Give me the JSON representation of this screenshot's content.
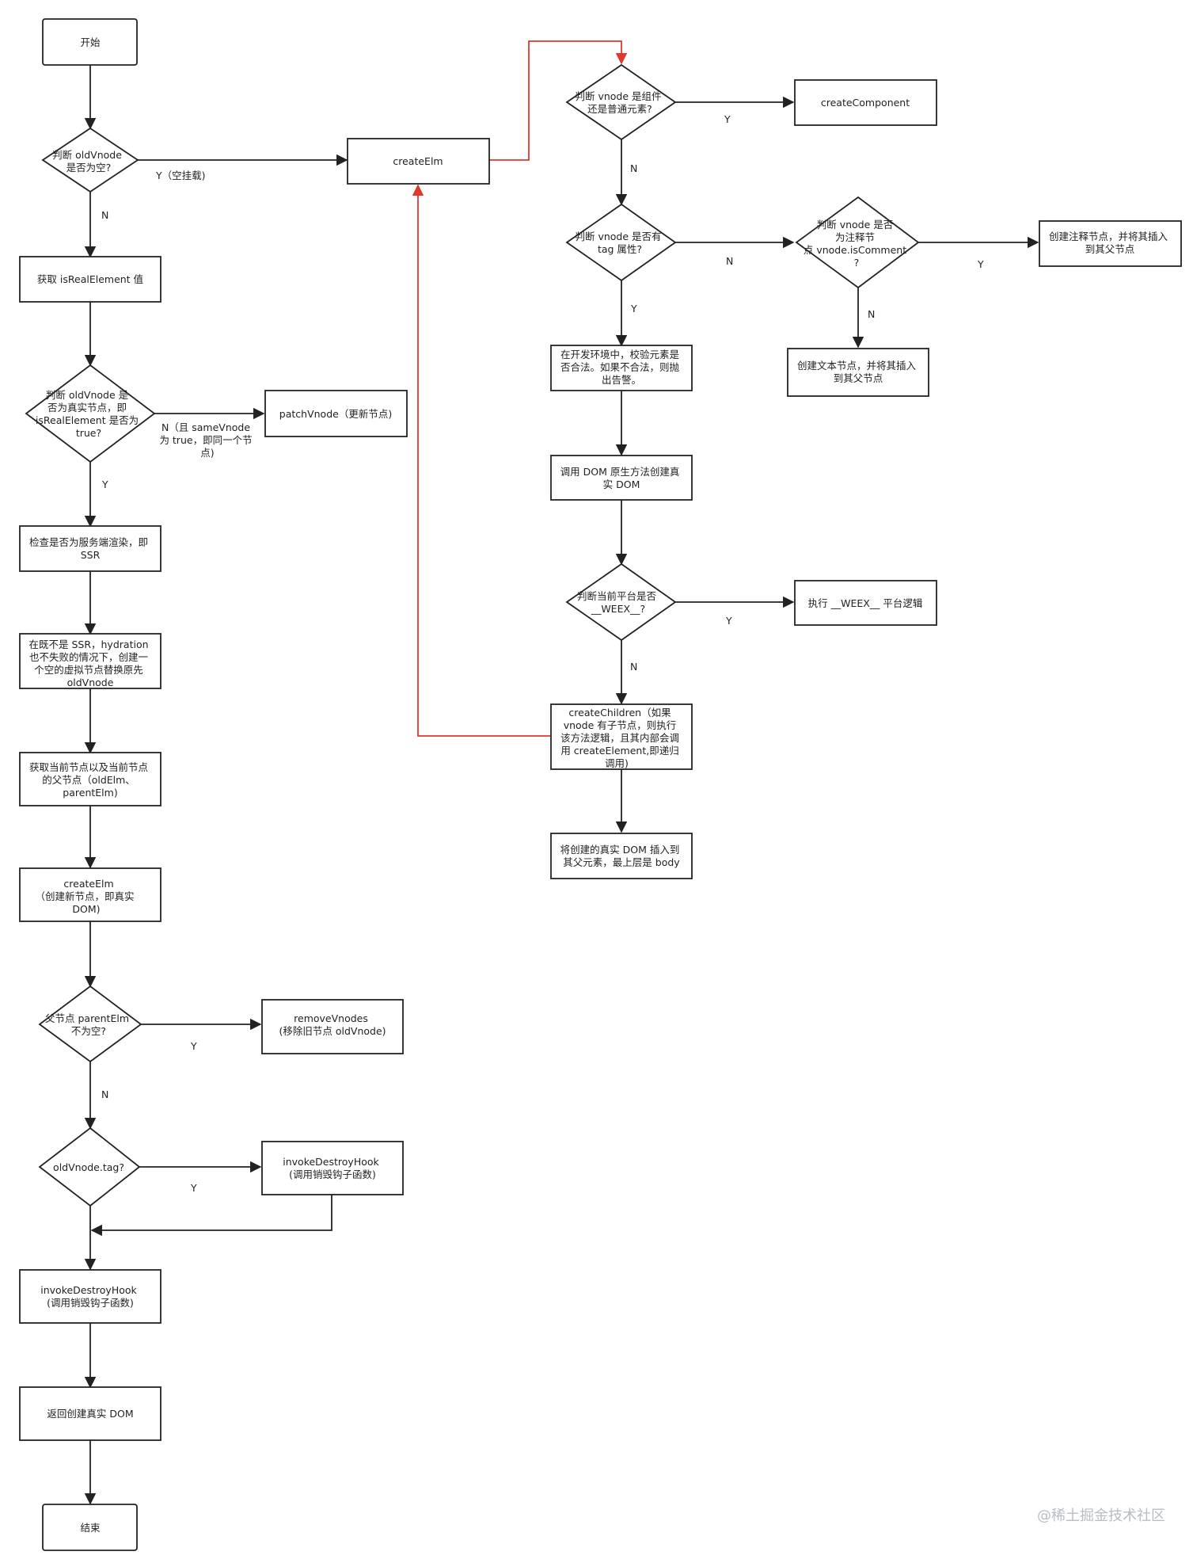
{
  "nodes": {
    "start": "开始",
    "d_old_empty": [
      "判断 oldVnode",
      "是否为空?"
    ],
    "get_is_real": "获取 isRealElement 值",
    "d_is_real": [
      "判断 oldVnode 是",
      "否为真实节点，即",
      "isRealElement 是否为",
      "true?"
    ],
    "patch_vnode": "patchVnode（更新节点)",
    "check_ssr": [
      "检查是否为服务端渲染，即",
      "SSR"
    ],
    "create_empty": [
      "在既不是 SSR，hydration",
      "也不失败的情况下，创建一",
      "个空的虚拟节点替换原先",
      "oldVnode"
    ],
    "get_parent": [
      "获取当前节点以及当前节点",
      "的父节点（oldElm、",
      "parentElm)"
    ],
    "create_elm_left": [
      "createElm",
      "（创建新节点，即真实",
      "DOM)"
    ],
    "d_parent_empty": [
      "父节点 parentElm",
      "不为空?"
    ],
    "remove_vnodes": [
      "removeVnodes",
      "(移除旧节点 oldVnode)"
    ],
    "d_old_tag": "oldVnode.tag?",
    "invoke_hook_right": [
      "invokeDestroyHook",
      "(调用销毁钩子函数)"
    ],
    "invoke_hook_left": [
      "invokeDestroyHook",
      "(调用销毁钩子函数)"
    ],
    "return_dom": "返回创建真实 DOM",
    "end": "结束",
    "create_elm_mid": "createElm",
    "d_component": [
      "判断 vnode 是组件",
      "还是普通元素?"
    ],
    "create_component": "createComponent",
    "d_has_tag": [
      "判断 vnode 是否有",
      "tag 属性?"
    ],
    "d_is_comment": [
      "判断 vnode 是否",
      "为注释节",
      "点 vnode.isComment",
      "?"
    ],
    "create_comment": [
      "创建注释节点，并将其插入",
      "到其父节点"
    ],
    "create_text": [
      "创建文本节点，并将其插入",
      "到其父节点"
    ],
    "validate_dev": [
      "在开发环境中，校验元素是",
      "否合法。如果不合法，则抛",
      "出告警。"
    ],
    "call_dom_api": [
      "调用 DOM 原生方法创建真",
      "实 DOM"
    ],
    "d_weex": [
      "判断当前平台是否",
      "__WEEX__?"
    ],
    "exec_weex": "执行 __WEEX__ 平台逻辑",
    "create_children": [
      "createChildren（如果",
      "vnode 有子节点，则执行",
      "该方法逻辑，且其内部会调",
      "用 createElement,即递归",
      "调用)"
    ],
    "insert_dom": [
      "将创建的真实 DOM 插入到",
      "其父元素，最上层是 body"
    ]
  },
  "edge_labels": {
    "y_mount": "Y（空挂载)",
    "n_old_empty": "N",
    "n_same_vnode": [
      "N（且 sameVnode",
      "为 true，即同一个节",
      "点)"
    ],
    "y_is_real": "Y",
    "y_parent": "Y",
    "n_parent": "N",
    "y_old_tag": "Y",
    "y_component": "Y",
    "n_component": "N",
    "n_has_tag": "N",
    "y_comment": "Y",
    "n_comment": "N",
    "y_has_tag": "Y",
    "y_weex": "Y",
    "n_weex": "N"
  },
  "watermark": "@稀土掘金技术社区",
  "colors": {
    "stroke": "#222222",
    "recursion": "#e0382f",
    "background": "#ffffff",
    "watermark": "#b8bcc4"
  }
}
